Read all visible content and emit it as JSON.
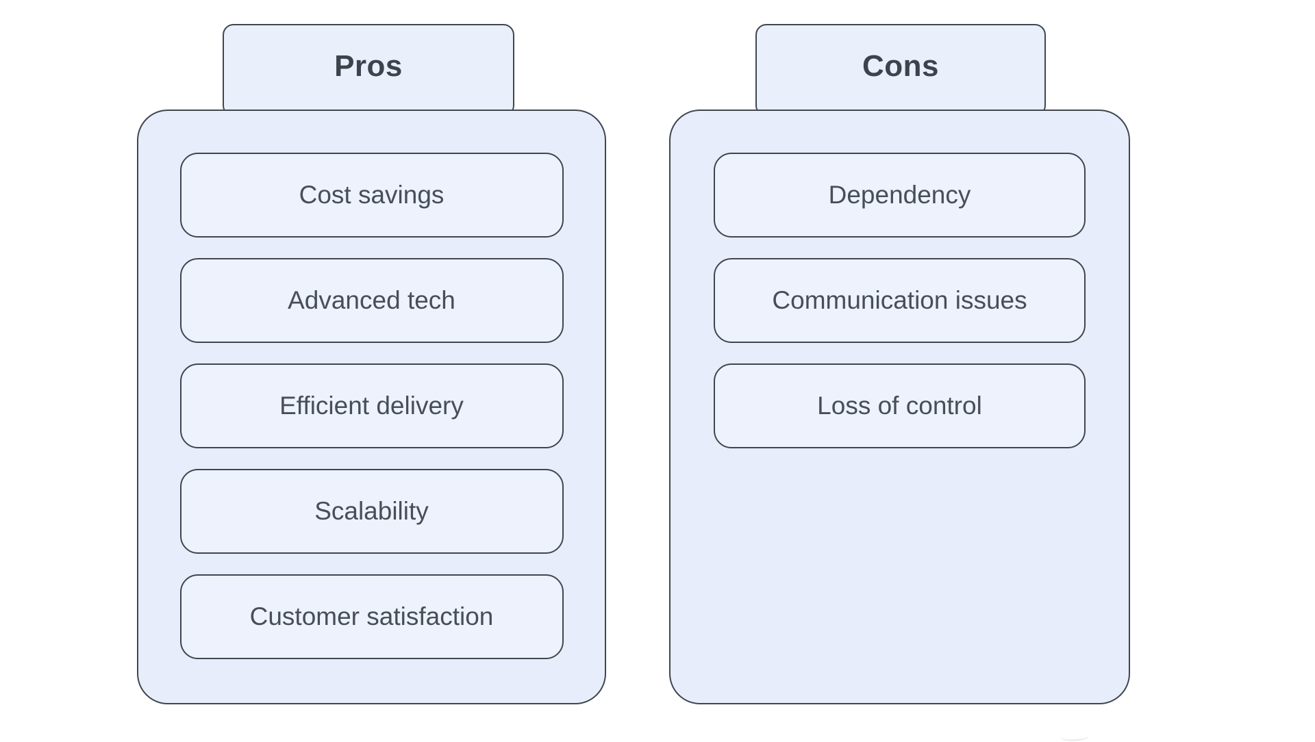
{
  "diagram": {
    "type": "pros-cons-board",
    "columns": [
      {
        "title": "Pros",
        "items": [
          "Cost savings",
          "Advanced tech",
          "Efficient delivery",
          "Scalability",
          "Customer satisfaction"
        ]
      },
      {
        "title": "Cons",
        "items": [
          "Dependency",
          "Communication issues",
          "Loss of control"
        ]
      }
    ],
    "colors": {
      "column_fill": "#e7edfa",
      "tab_fill": "#e9effb",
      "card_fill": "#edf2fc",
      "border": "#3f464f",
      "title_text": "#3c434b",
      "card_text": "#474e57"
    }
  }
}
